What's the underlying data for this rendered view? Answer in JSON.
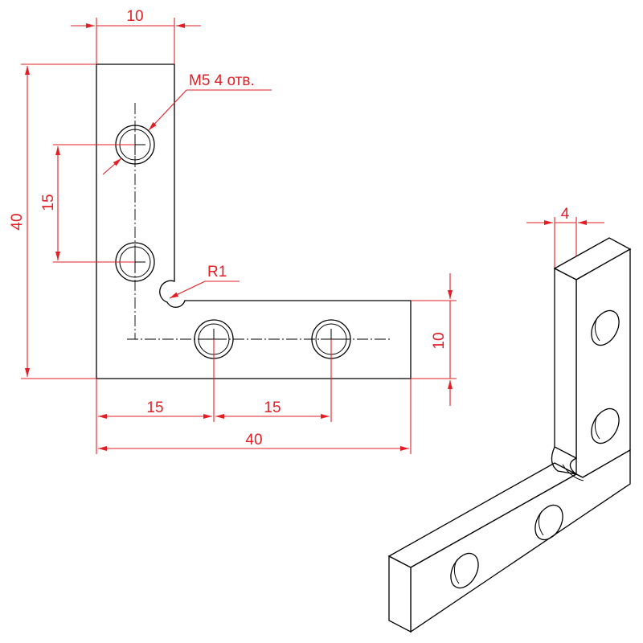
{
  "dimensions": {
    "top_width": "10",
    "hole_spec": "M5 4 отв.",
    "vertical_spacing": "15",
    "total_height": "40",
    "fillet_radius": "R1",
    "arm_thickness": "10",
    "horizontal_spacing_1": "15",
    "horizontal_spacing_2": "15",
    "total_width": "40",
    "plate_thickness": "4"
  },
  "colors": {
    "dimension": "#e31e24",
    "outline": "#000000",
    "background": "#ffffff"
  }
}
